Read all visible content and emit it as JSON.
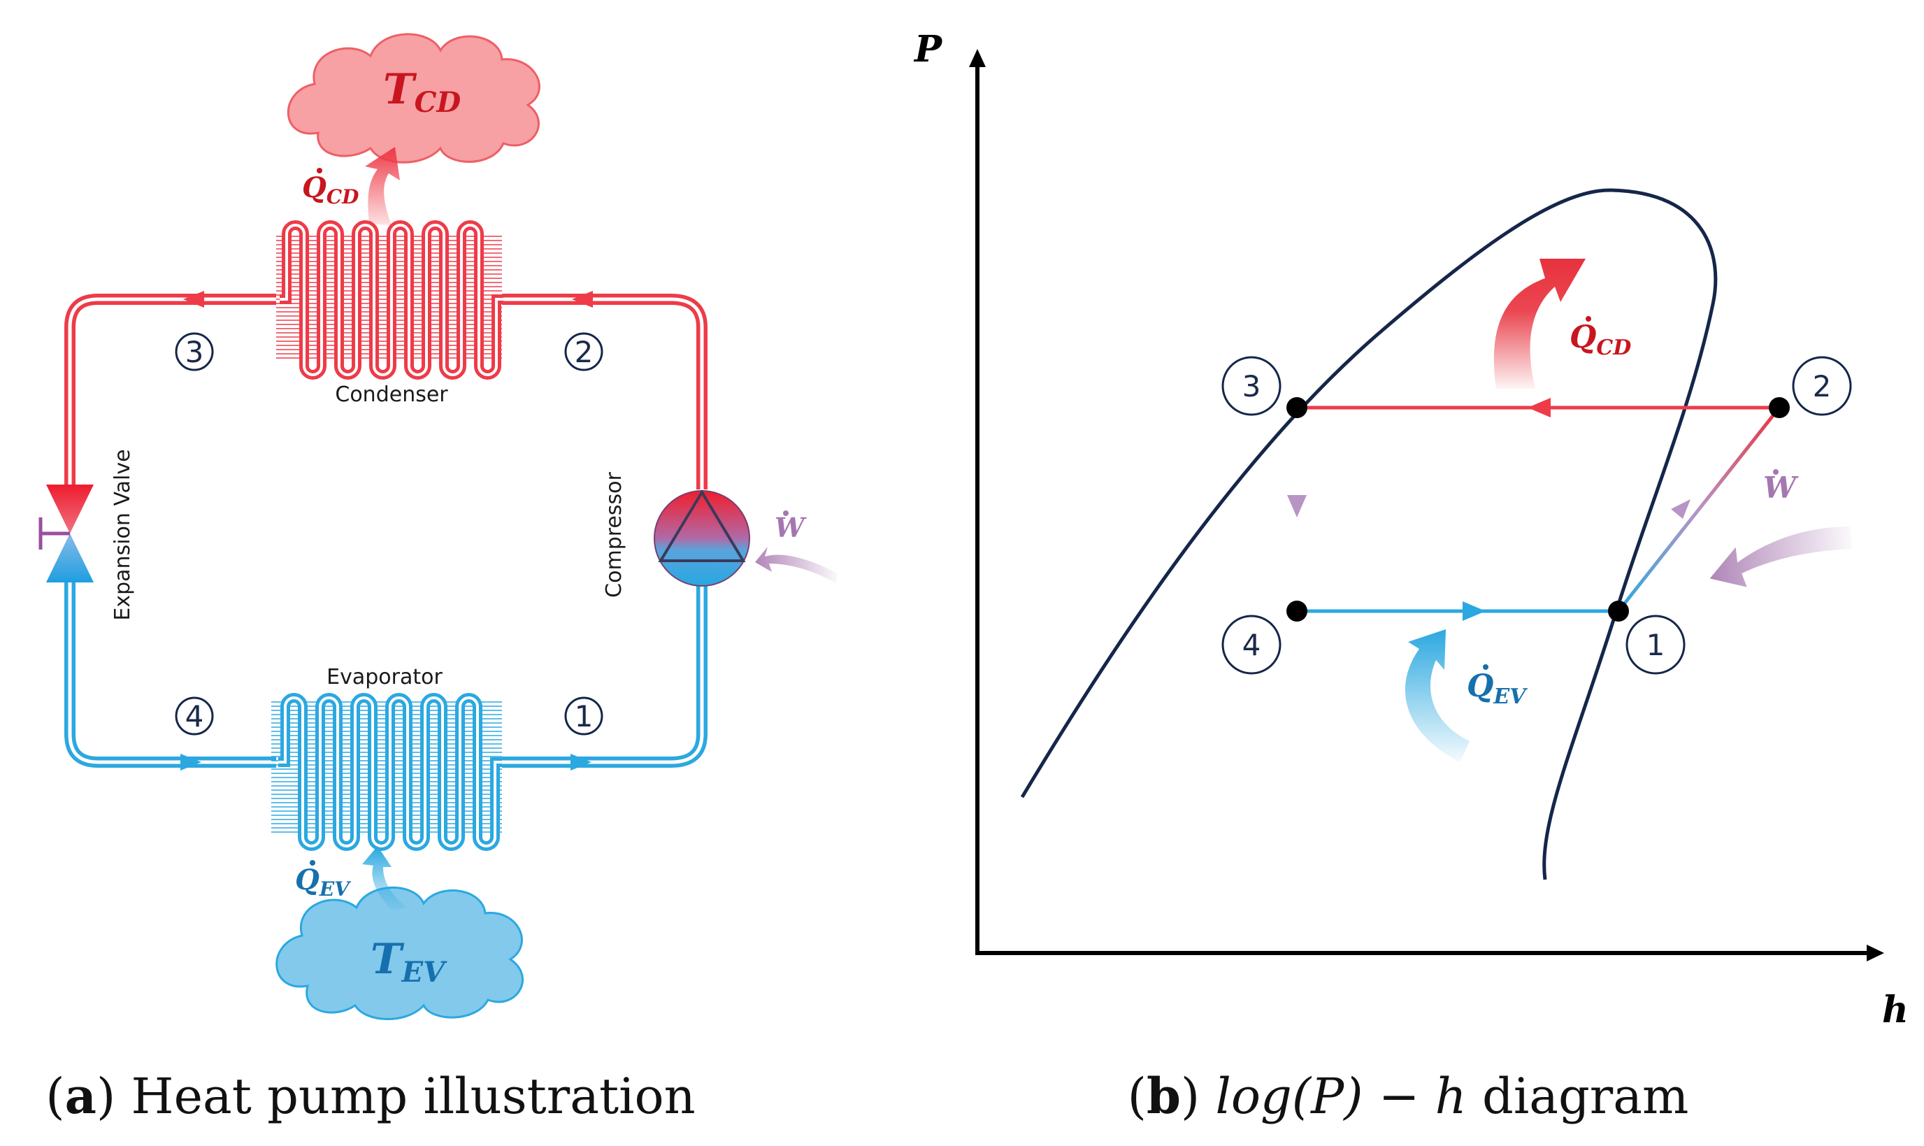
{
  "colors": {
    "hot": "#ee3b48",
    "hot_light": "#f7a6a9",
    "cold": "#2ba8e0",
    "cold_light": "#8fd0f0",
    "work": "#b086b8",
    "dark": "#15264a"
  },
  "panel_a": {
    "clouds": {
      "hot": {
        "sym": "T",
        "sub": "CD"
      },
      "cold": {
        "sym": "T",
        "sub": "EV"
      }
    },
    "heat": {
      "cd": {
        "sym": "Q",
        "sub": "CD"
      },
      "ev": {
        "sym": "Q",
        "sub": "EV"
      },
      "work": "W"
    },
    "components": {
      "condenser": "Condenser",
      "evaporator": "Evaporator",
      "compressor": "Compressor",
      "expansion_valve": "Expansion Valve"
    },
    "states": [
      "1",
      "2",
      "3",
      "4"
    ],
    "caption": {
      "letter": "a",
      "text": "Heat pump illustration"
    }
  },
  "panel_b": {
    "axes": {
      "y": "P",
      "x": "h"
    },
    "states": [
      "1",
      "2",
      "3",
      "4"
    ],
    "heat": {
      "cd": {
        "sym": "Q",
        "sub": "CD"
      },
      "ev": {
        "sym": "Q",
        "sub": "EV"
      },
      "work": "W"
    },
    "caption": {
      "letter": "b",
      "math": "log(P) − h",
      "text": "diagram"
    }
  }
}
